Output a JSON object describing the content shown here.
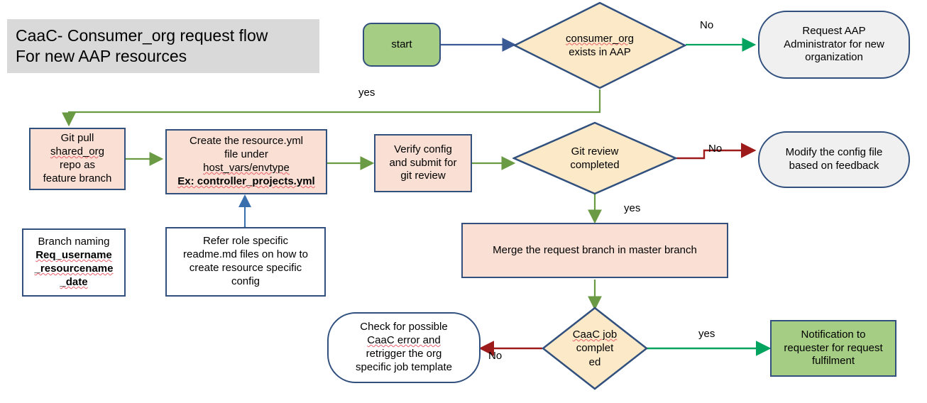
{
  "title": {
    "line1": "CaaC- Consumer_org request flow",
    "line2": "For new AAP resources"
  },
  "nodes": {
    "start": {
      "label": "start"
    },
    "consumer_org_decision": {
      "line1": "consumer_org",
      "line2": "exists in AAP"
    },
    "request_admin": {
      "line1": "Request AAP",
      "line2": "Administrator for new",
      "line3": "organization"
    },
    "git_pull": {
      "line1": "Git  pull",
      "line2": "shared_org",
      "line3": "repo as",
      "line4": "feature branch"
    },
    "create_resource": {
      "line1": "Create the resource.yml",
      "line2": "file under",
      "line3": "host_vars/envtype",
      "line4": "Ex: controller_projects.yml"
    },
    "verify_config": {
      "line1": "Verify config",
      "line2": "and submit for",
      "line3": "git review"
    },
    "git_review_decision": {
      "line1": "Git review",
      "line2": "completed"
    },
    "modify_config": {
      "line1": "Modify the config file",
      "line2": "based on feedback"
    },
    "branch_naming": {
      "line1": "Branch naming",
      "line2": "Req_username",
      "line3": "_resourcename",
      "line4": "_date"
    },
    "refer_readme": {
      "line1": "Refer role specific",
      "line2": "readme.md files on how to",
      "line3": "create resource specific",
      "line4": "config"
    },
    "merge_branch": {
      "label": "Merge the request branch in master branch"
    },
    "caac_job_decision": {
      "line1": "CaaC job",
      "line2": "complet",
      "line3": "ed"
    },
    "check_error": {
      "line1": "Check for possible",
      "line2": "CaaC error and",
      "line3": "retrigger the org",
      "line4": "specific job template"
    },
    "notification": {
      "line1": "Notification to",
      "line2": "requester for request",
      "line3": "fulfilment"
    }
  },
  "edge_labels": {
    "consumer_no": "No",
    "consumer_yes": "yes",
    "git_review_no": "No",
    "git_review_yes": "yes",
    "caac_no": "No",
    "caac_yes": "yes"
  },
  "colors": {
    "process_fill": "#fae0d4",
    "decision_fill": "#fbe9c8",
    "terminal_fill": "#f0f0f0",
    "green_fill": "#a5cd84",
    "border": "#31507e",
    "arrow_navy": "#3a5a96",
    "arrow_olive": "#6a9a43",
    "arrow_green": "#00a45f",
    "arrow_red": "#9e1b1b",
    "title_bg": "#d9d9d9"
  }
}
